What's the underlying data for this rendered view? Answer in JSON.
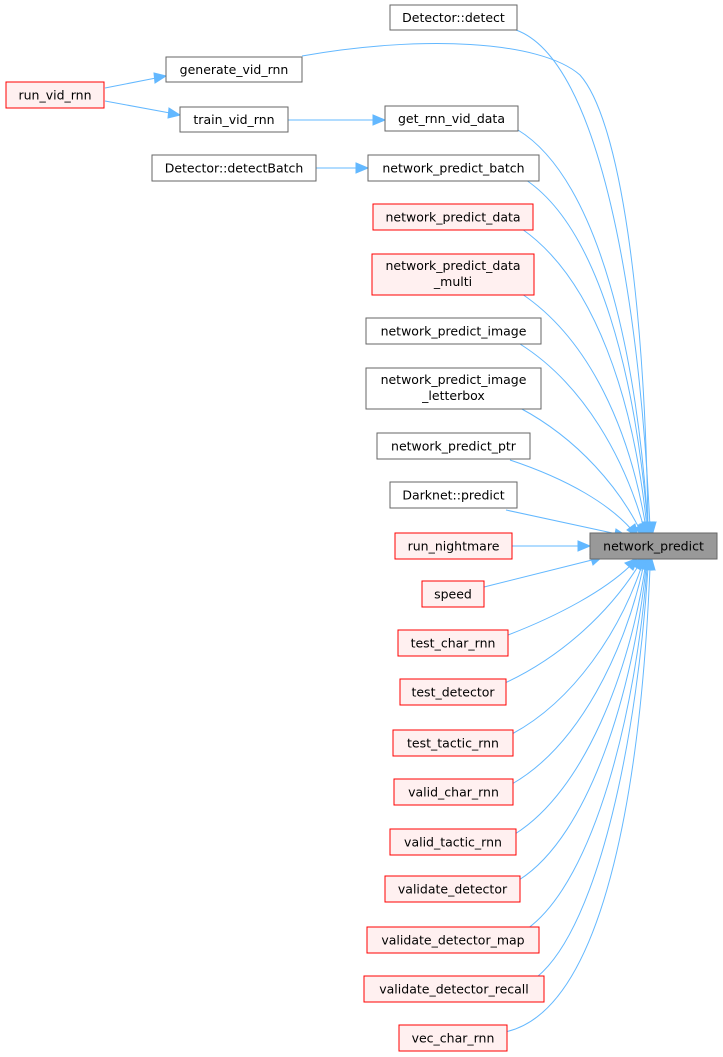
{
  "graph": {
    "target": {
      "lines": [
        "network_predict"
      ]
    },
    "nodes": [
      {
        "id": "detector_detect",
        "lines": [
          "Detector::detect"
        ],
        "style": "normal"
      },
      {
        "id": "generate_vid_rnn",
        "lines": [
          "generate_vid_rnn"
        ],
        "style": "normal"
      },
      {
        "id": "run_vid_rnn",
        "lines": [
          "run_vid_rnn"
        ],
        "style": "red"
      },
      {
        "id": "train_vid_rnn",
        "lines": [
          "train_vid_rnn"
        ],
        "style": "normal"
      },
      {
        "id": "get_rnn_vid_data",
        "lines": [
          "get_rnn_vid_data"
        ],
        "style": "normal"
      },
      {
        "id": "detector_detectbatch",
        "lines": [
          "Detector::detectBatch"
        ],
        "style": "normal"
      },
      {
        "id": "network_predict_batch",
        "lines": [
          "network_predict_batch"
        ],
        "style": "normal"
      },
      {
        "id": "network_predict_data",
        "lines": [
          "network_predict_data"
        ],
        "style": "red"
      },
      {
        "id": "network_predict_data_multi",
        "lines": [
          "network_predict_data",
          "_multi"
        ],
        "style": "red"
      },
      {
        "id": "network_predict_image",
        "lines": [
          "network_predict_image"
        ],
        "style": "normal"
      },
      {
        "id": "network_predict_image_letterbox",
        "lines": [
          "network_predict_image",
          "_letterbox"
        ],
        "style": "normal"
      },
      {
        "id": "network_predict_ptr",
        "lines": [
          "network_predict_ptr"
        ],
        "style": "normal"
      },
      {
        "id": "darknet_predict",
        "lines": [
          "Darknet::predict"
        ],
        "style": "normal"
      },
      {
        "id": "run_nightmare",
        "lines": [
          "run_nightmare"
        ],
        "style": "red"
      },
      {
        "id": "speed",
        "lines": [
          "speed"
        ],
        "style": "red"
      },
      {
        "id": "test_char_rnn",
        "lines": [
          "test_char_rnn"
        ],
        "style": "red"
      },
      {
        "id": "test_detector",
        "lines": [
          "test_detector"
        ],
        "style": "red"
      },
      {
        "id": "test_tactic_rnn",
        "lines": [
          "test_tactic_rnn"
        ],
        "style": "red"
      },
      {
        "id": "valid_char_rnn",
        "lines": [
          "valid_char_rnn"
        ],
        "style": "red"
      },
      {
        "id": "valid_tactic_rnn",
        "lines": [
          "valid_tactic_rnn"
        ],
        "style": "red"
      },
      {
        "id": "validate_detector",
        "lines": [
          "validate_detector"
        ],
        "style": "red"
      },
      {
        "id": "validate_detector_map",
        "lines": [
          "validate_detector_map"
        ],
        "style": "red"
      },
      {
        "id": "validate_detector_recall",
        "lines": [
          "validate_detector_recall"
        ],
        "style": "red"
      },
      {
        "id": "vec_char_rnn",
        "lines": [
          "vec_char_rnn"
        ],
        "style": "red"
      }
    ],
    "edges": [
      {
        "from": "generate_vid_rnn",
        "to": "network_predict"
      },
      {
        "from": "run_vid_rnn",
        "to": "generate_vid_rnn"
      },
      {
        "from": "run_vid_rnn",
        "to": "train_vid_rnn"
      },
      {
        "from": "train_vid_rnn",
        "to": "get_rnn_vid_data"
      },
      {
        "from": "get_rnn_vid_data",
        "to": "network_predict"
      },
      {
        "from": "detector_detect",
        "to": "network_predict"
      },
      {
        "from": "detector_detectbatch",
        "to": "network_predict_batch"
      },
      {
        "from": "network_predict_batch",
        "to": "network_predict"
      },
      {
        "from": "network_predict_data",
        "to": "network_predict"
      },
      {
        "from": "network_predict_data_multi",
        "to": "network_predict"
      },
      {
        "from": "network_predict_image",
        "to": "network_predict"
      },
      {
        "from": "network_predict_image_letterbox",
        "to": "network_predict"
      },
      {
        "from": "network_predict_ptr",
        "to": "network_predict"
      },
      {
        "from": "darknet_predict",
        "to": "network_predict"
      },
      {
        "from": "run_nightmare",
        "to": "network_predict"
      },
      {
        "from": "speed",
        "to": "network_predict"
      },
      {
        "from": "test_char_rnn",
        "to": "network_predict"
      },
      {
        "from": "test_detector",
        "to": "network_predict"
      },
      {
        "from": "test_tactic_rnn",
        "to": "network_predict"
      },
      {
        "from": "valid_char_rnn",
        "to": "network_predict"
      },
      {
        "from": "valid_tactic_rnn",
        "to": "network_predict"
      },
      {
        "from": "validate_detector",
        "to": "network_predict"
      },
      {
        "from": "validate_detector_map",
        "to": "network_predict"
      },
      {
        "from": "validate_detector_recall",
        "to": "network_predict"
      },
      {
        "from": "vec_char_rnn",
        "to": "network_predict"
      }
    ],
    "colors": {
      "edge": "#63b8ff",
      "target_fill": "#999999",
      "node_border": "#666666",
      "highlight_border": "#ff0000",
      "highlight_fill": "#fff0f0"
    }
  }
}
